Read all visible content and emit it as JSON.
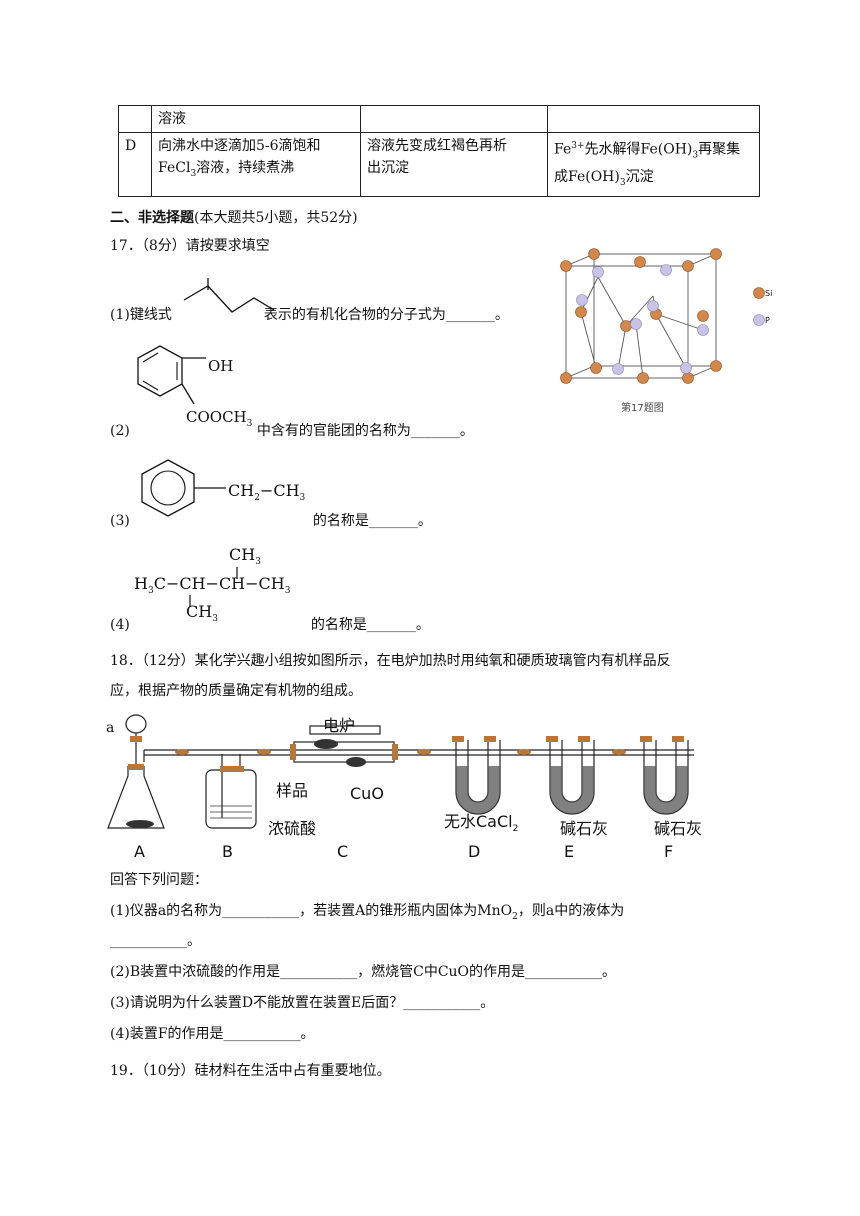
{
  "table": {
    "row1": {
      "c1": "",
      "c2": "溶液",
      "c3": "",
      "c4": ""
    },
    "row2": {
      "c1": "D",
      "c2a": "向沸水中逐滴加5-6滴饱和",
      "c2b_pre": "FeCl",
      "c2b_sub": "3",
      "c2b_post": "溶液，持续煮沸",
      "c3a": "溶液先变成红褐色再析",
      "c3b": "出沉淀",
      "c4a_pre": "Fe",
      "c4a_sup": "3+",
      "c4a_mid": "先水解得Fe(OH)",
      "c4a_sub": "3",
      "c4a_post": "再聚集",
      "c4b_pre": "成Fe(OH)",
      "c4b_sub": "3",
      "c4b_post": "沉淀"
    }
  },
  "section2": {
    "title": "二、非选择题",
    "note": "(本大题共5小题，共52分)"
  },
  "q17": {
    "stem": "17．（8分）请按要求填空",
    "p1_pre": "(1)键线式",
    "p1_post": "表示的有机化合物的分子式为_______。",
    "p2_pre": "(2)",
    "p2_post": "中含有的官能团的名称为_______。",
    "p3_pre": "(3)",
    "p3_post": "的名称是_______。",
    "p4_pre": "(4)",
    "p4_post": "的名称是_______。",
    "oh": "OH",
    "cooch": "COOCH",
    "cooch_sub": "3",
    "ch2": "CH",
    "ch2_sub": "2",
    "ch3a": "−CH",
    "ch3a_sub": "3",
    "h3c": "H",
    "h3c_sub": "3",
    "h3c_post": "C−CH−CH−CH",
    "h3c_tail_sub": "3",
    "ch3_top": "CH",
    "ch3_top_sub": "3",
    "ch3_bot": "CH",
    "ch3_bot_sub": "3",
    "fig_label": "第17题图",
    "legend_si": "Si",
    "legend_p": "P",
    "colors": {
      "si": "#d4874a",
      "p": "#c9c4e6"
    }
  },
  "q18": {
    "stem_line1": "18．（12分）某化学兴趣小组按如图所示，在电炉加热时用纯氧和硬质玻璃管内有机样品反",
    "stem_line2": "应，根据产物的质量确定有机物的组成。",
    "labels": {
      "a": "a",
      "furnace": "电炉",
      "sample": "样品",
      "cuo": "CuO",
      "h2so4": "浓硫酸",
      "cacl_pre": "无水CaCl",
      "cacl_sub": "2",
      "soda1": "碱石灰",
      "soda2": "碱石灰",
      "A": "A",
      "B": "B",
      "C": "C",
      "D": "D",
      "E": "E",
      "F": "F"
    },
    "answer": "回答下列问题：",
    "p1_pre": "(1)仪器a的名称为___________，若装置A的锥形瓶内固体为MnO",
    "p1_sub": "2",
    "p1_post": "，则a中的液体为",
    "p1_line2": "___________。",
    "p2": "(2)B装置中浓硫酸的作用是___________，燃烧管C中CuO的作用是___________。",
    "p3": "(3)请说明为什么装置D不能放置在装置E后面？___________。",
    "p4": "(4)装置F的作用是___________。"
  },
  "q19": {
    "stem": "19．（10分）硅材料在生活中占有重要地位。"
  }
}
